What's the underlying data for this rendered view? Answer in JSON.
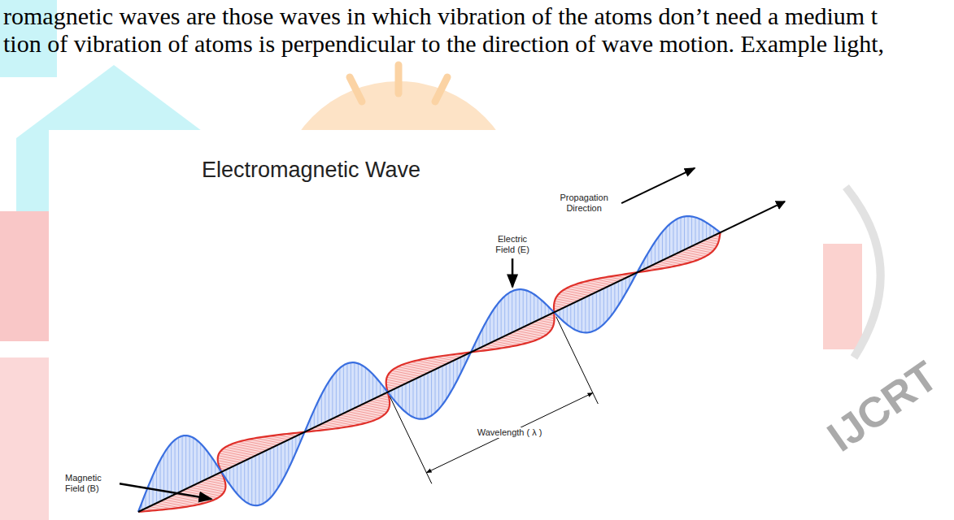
{
  "diagram": {
    "title": "Electromagnetic Wave",
    "labels": [
      "romagnetic waves are those waves in which vibration of the atoms don’t need a medium t",
      "tion of vibration of atoms is perpendicular to the direction of wave motion. Example light,",
      "Propagation Direction",
      "Electric Field (E)",
      "Magnetic Field (B)",
      "Wavelength ( λ )",
      "IJCRT"
    ]
  }
}
